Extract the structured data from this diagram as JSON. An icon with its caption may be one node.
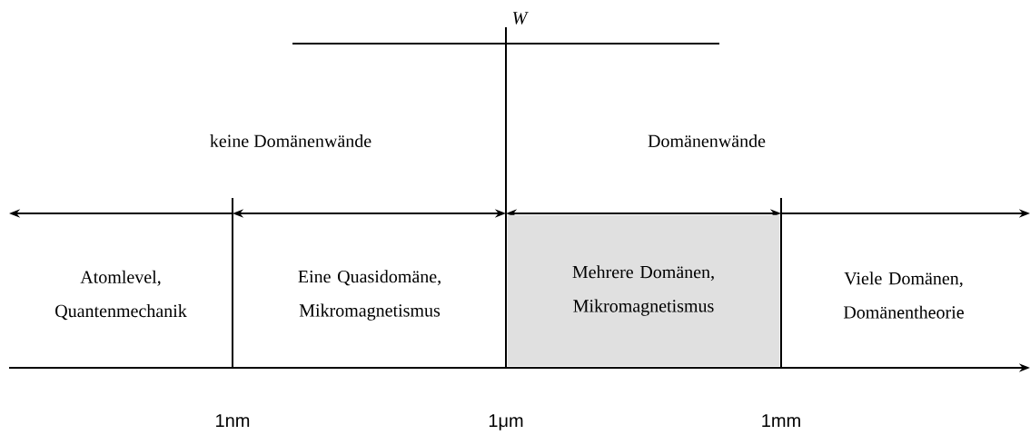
{
  "diagram": {
    "nodes": [
      {
        "text": [
          "Atomlevel, Quantenmechanik"
        ]
      },
      {
        "text": [
          "Eine Quasidomäne, Mikromagnetismus"
        ]
      },
      {
        "text": [
          "Mehrere Domänen, Mikromagnetismus"
        ]
      },
      {
        "text": [
          "Viele Domänen, Domänentheorie"
        ]
      }
    ],
    "labels": [
      "W",
      "keine Domänenwände",
      "Domänenwände",
      "1nm",
      "1μm",
      "1mm"
    ]
  }
}
